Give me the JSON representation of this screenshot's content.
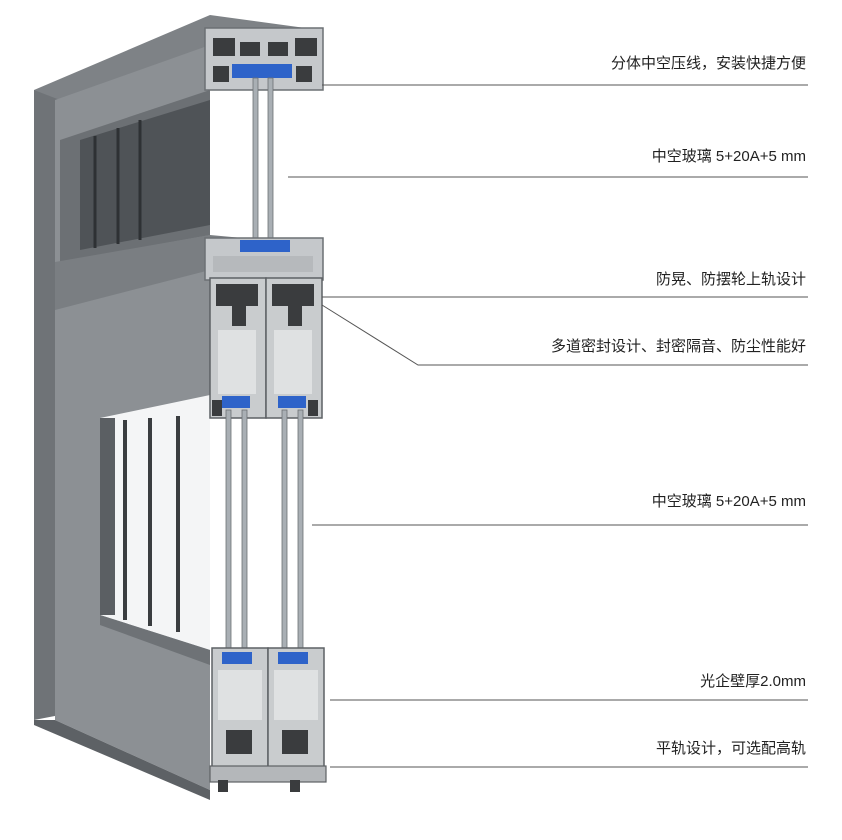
{
  "callouts": [
    {
      "id": "pressure-line",
      "label": "分体中空压线，安装快捷方便"
    },
    {
      "id": "upper-glass",
      "label": "中空玻璃 5+20A+5 mm"
    },
    {
      "id": "upper-rail",
      "label": "防晃、防摆轮上轨设计"
    },
    {
      "id": "sealing",
      "label": "多道密封设计、封密隔音、防尘性能好"
    },
    {
      "id": "lower-glass",
      "label": "中空玻璃 5+20A+5 mm"
    },
    {
      "id": "wall-thickness",
      "label": "光企壁厚2.0mm"
    },
    {
      "id": "flat-rail",
      "label": "平轨设计，可选配高轨"
    }
  ],
  "colors": {
    "frame": "#8f9397",
    "frame_dark": "#6b6f73",
    "profile": "#c9ccce",
    "profile_dark": "#3a3c3e",
    "gasket": "#2e63c9",
    "glass": "#a9afb4",
    "leader": "#555555"
  }
}
